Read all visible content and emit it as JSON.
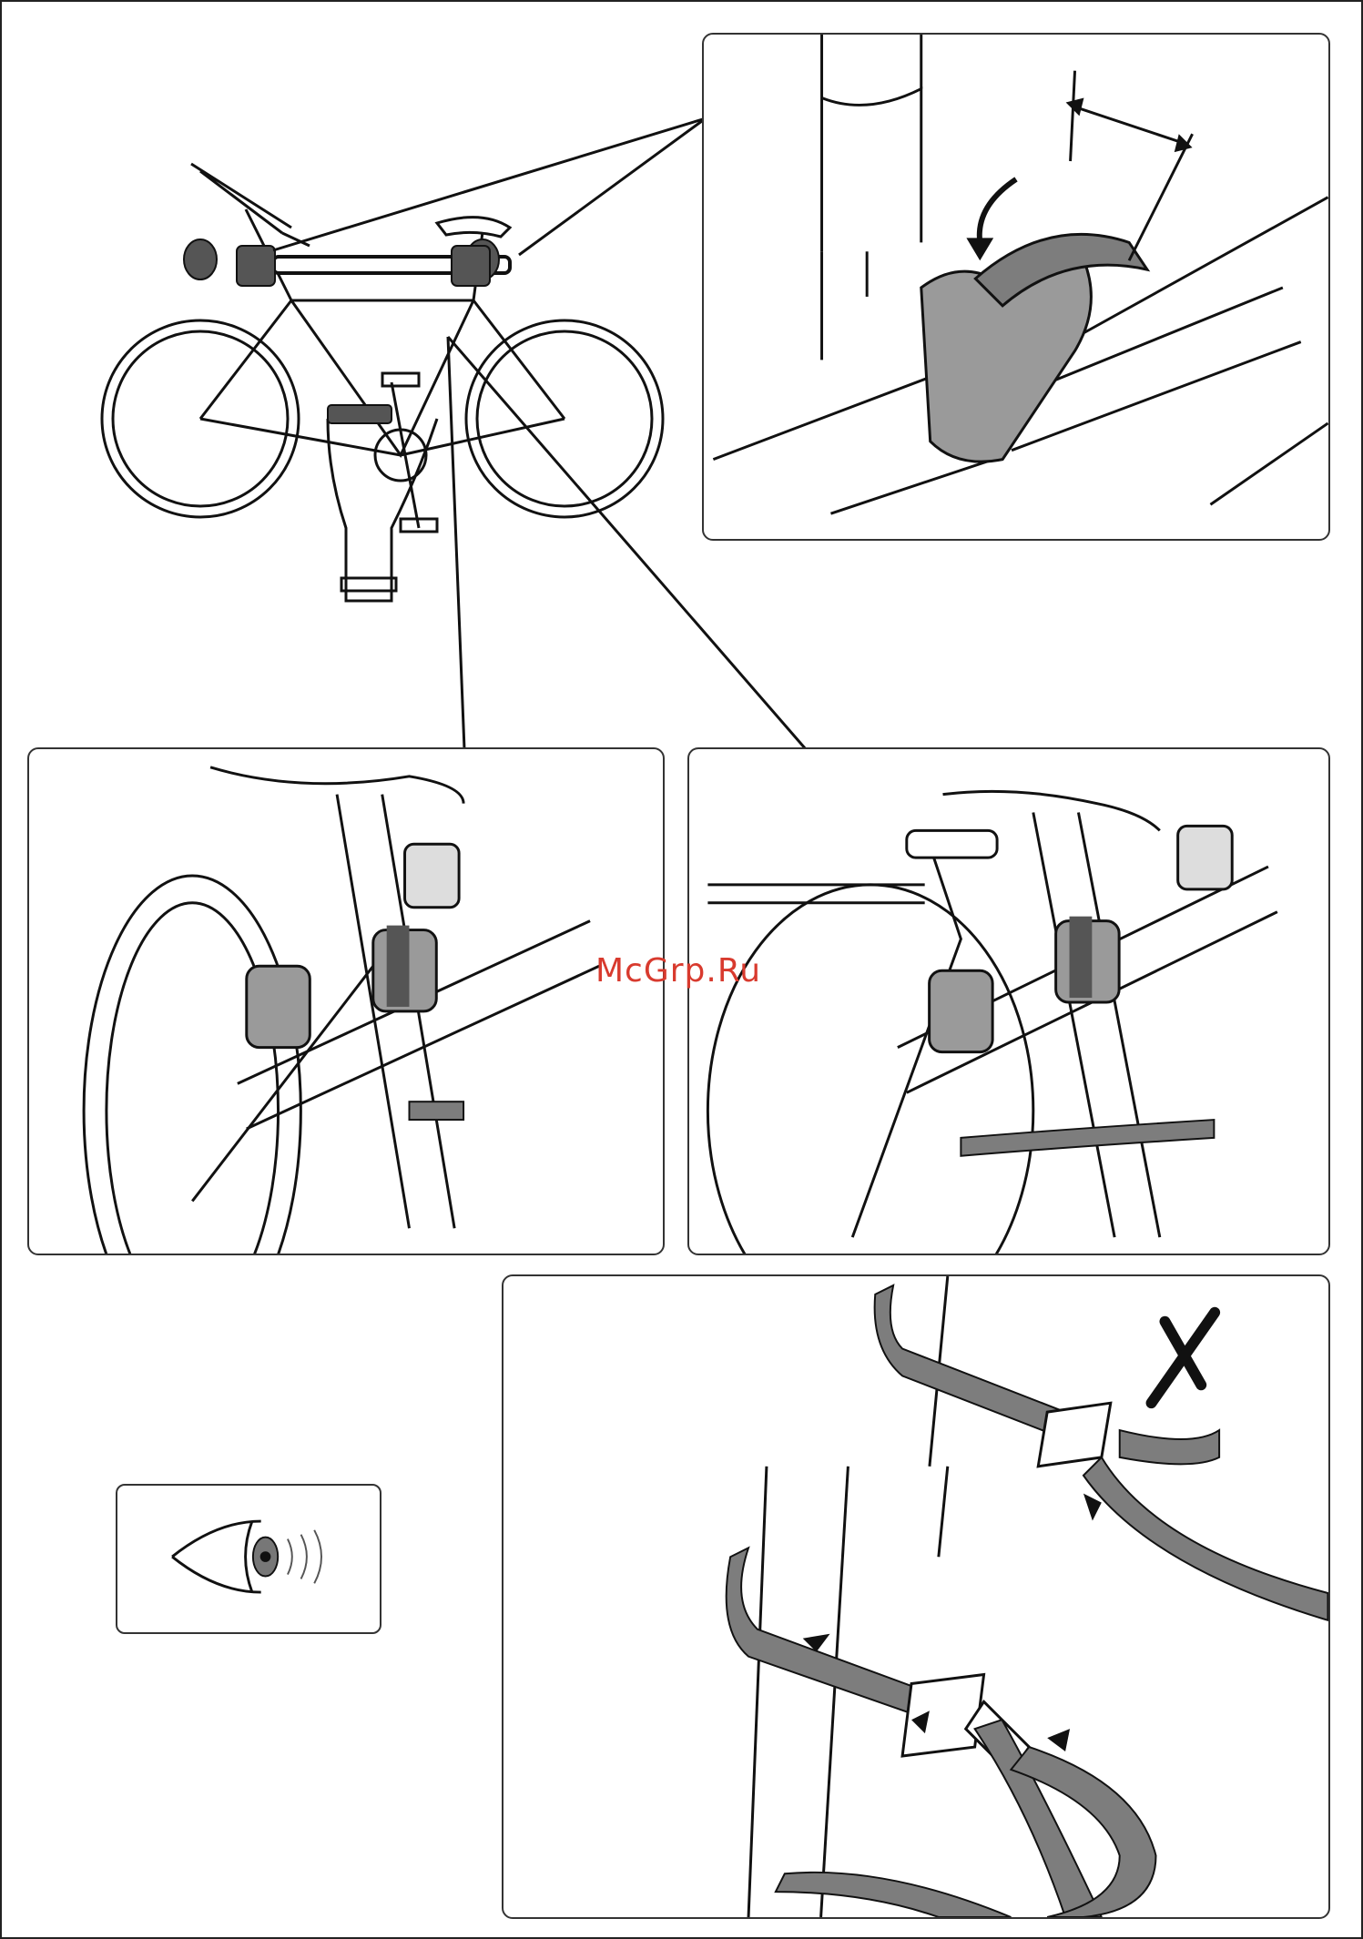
{
  "watermark": {
    "text": "McGrp.Ru",
    "color": "#d83a2e"
  },
  "icons": {
    "overview": "bike-on-rack-illustration",
    "detail_top": "frame-cradle-strap-illustration",
    "detail_left": "wheel-cradle-illustration",
    "detail_right": "frame-holder-illustration",
    "eye": "eye-inspect-icon",
    "strap": "strap-buckle-threading-illustration",
    "wrong": "x-mark-icon"
  },
  "colors": {
    "strap_gray": "#7d7d7d",
    "pad_gray": "#9a9a9a",
    "ink": "#111111"
  }
}
